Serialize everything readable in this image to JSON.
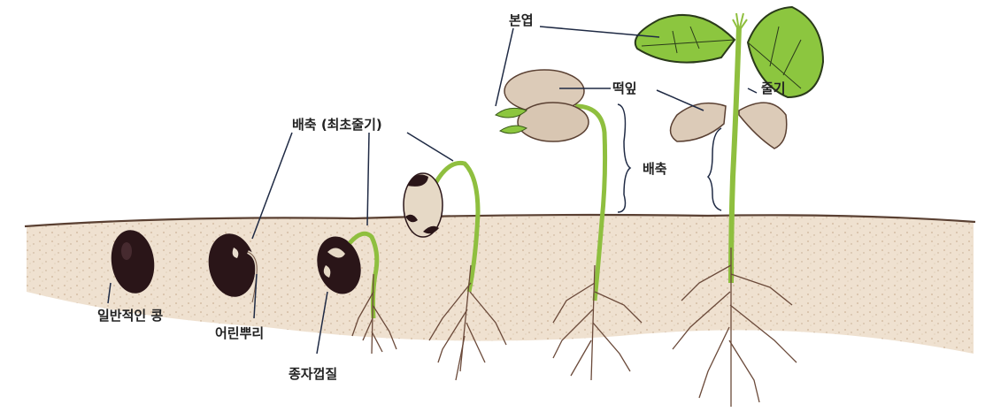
{
  "labels": {
    "ordinary_bean": "일반적인 콩",
    "radicle": "어린뿌리",
    "seed_coat": "종자껍질",
    "hypocotyl_top": "배축 (최초줄기)",
    "true_leaf": "본엽",
    "cotyledon": "떡잎",
    "stem": "줄기",
    "hypocotyl_side": "배축"
  },
  "colors": {
    "soil": "#e6d6c2",
    "soil_speck": "#b89a7a",
    "stem": "#8fbf3f",
    "leaf": "#8cc63f",
    "seed": "#2a1518",
    "cotyledon": "#dccbb8",
    "root": "#6b4a3a",
    "ink": "#1f2a44"
  },
  "stages": [
    "seed",
    "radicle-emerging",
    "hypocotyl-rising",
    "hook-emerging",
    "cotyledons-open",
    "true-leaves"
  ]
}
